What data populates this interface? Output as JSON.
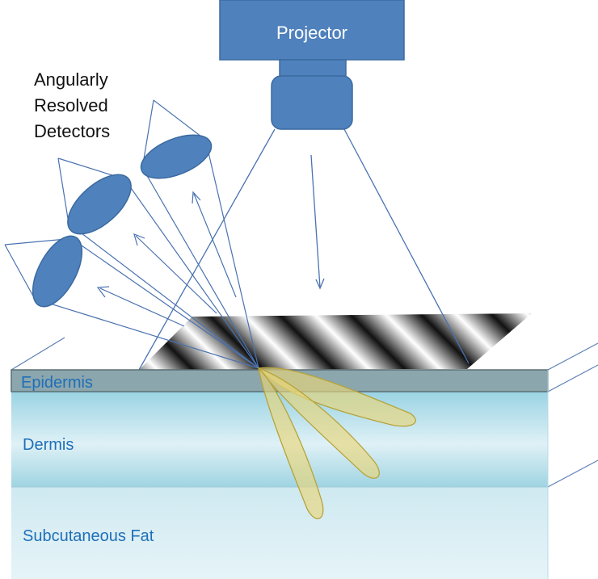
{
  "projector": {
    "label": "Projector"
  },
  "detectors": {
    "label_lines": [
      "Angularly",
      "Resolved",
      "Detectors"
    ]
  },
  "layers": {
    "epidermis": "Epidermis",
    "dermis": "Dermis",
    "subcutaneous_fat": "Subcutaneous Fat"
  },
  "colors": {
    "device_fill": "#4f81bd",
    "device_stroke": "#3a6a9f",
    "line": "#4a72b0",
    "epidermis": "#8ba6ad",
    "dermis_top": "#8fcfe0",
    "fat": "#d8eef4",
    "layer_text": "#1f6fb8",
    "lobe_fill": "#e8d67a"
  }
}
